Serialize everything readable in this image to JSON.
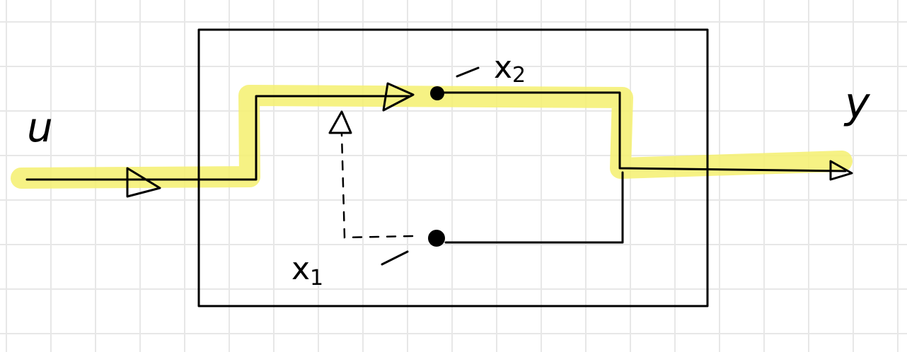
{
  "colors": {
    "highlight": "#f5f06e",
    "ink": "#000000",
    "grid": "#e7e7e7",
    "background": "#ffffff"
  },
  "labels": {
    "input": "u",
    "output": "y",
    "state1": "x1",
    "state2": "x2"
  },
  "nodes": [
    "state-node-x1",
    "state-node-x2"
  ],
  "edges": [
    {
      "from": "input",
      "to": "state-node-x2",
      "style": "solid"
    },
    {
      "from": "state-node-x1",
      "to": "state-node-x2",
      "style": "dashed"
    },
    {
      "from": "state-node-x2",
      "to": "output",
      "style": "solid"
    },
    {
      "from": "state-node-x1",
      "to": "output",
      "style": "solid"
    }
  ]
}
